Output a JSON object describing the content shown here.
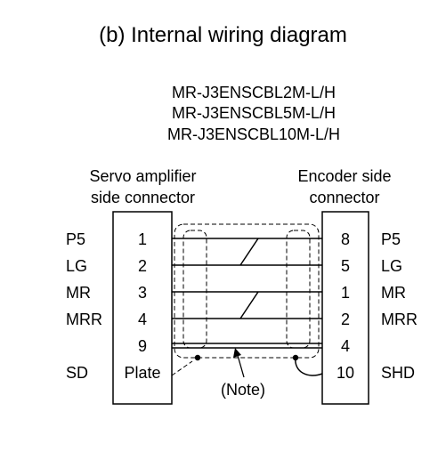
{
  "title": "(b) Internal wiring diagram",
  "models": [
    "MR-J3ENSCBL2M-L/H",
    "MR-J3ENSCBL5M-L/H",
    "MR-J3ENSCBL10M-L/H"
  ],
  "left_header": [
    "Servo amplifier",
    "side connector"
  ],
  "right_header": [
    "Encoder side",
    "connector"
  ],
  "rows": [
    {
      "left_signal": "P5",
      "left_pin": "1",
      "right_pin": "8",
      "right_signal": "P5"
    },
    {
      "left_signal": "LG",
      "left_pin": "2",
      "right_pin": "5",
      "right_signal": "LG"
    },
    {
      "left_signal": "MR",
      "left_pin": "3",
      "right_pin": "1",
      "right_signal": "MR"
    },
    {
      "left_signal": "MRR",
      "left_pin": "4",
      "right_pin": "2",
      "right_signal": "MRR"
    },
    {
      "left_signal": "",
      "left_pin": "9",
      "right_pin": "4",
      "right_signal": ""
    },
    {
      "left_signal": "SD",
      "left_pin": "Plate",
      "right_pin": "10",
      "right_signal": "SHD"
    }
  ],
  "note_label": "(Note)"
}
